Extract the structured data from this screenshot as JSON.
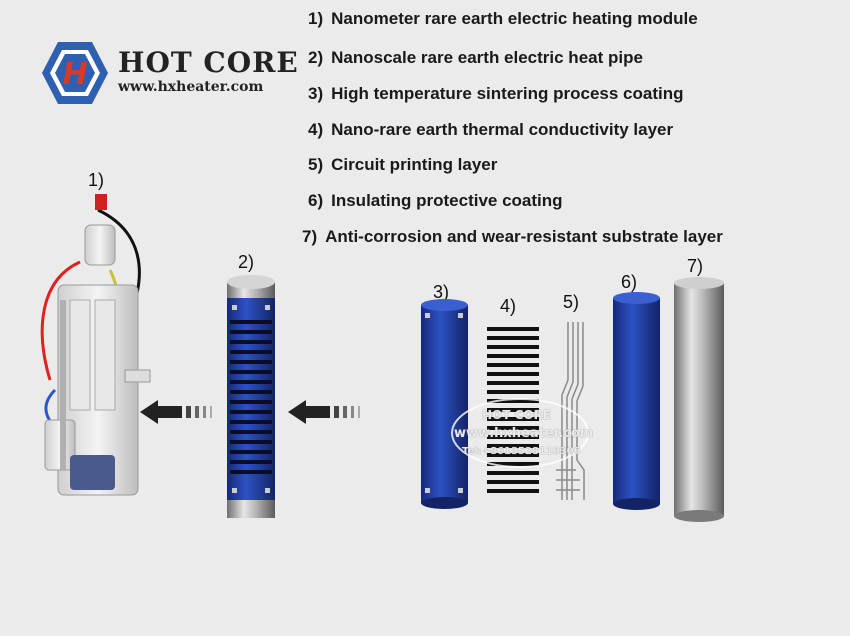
{
  "brand": {
    "name": "HOT CORE",
    "url": "www.hxheater.com",
    "logo_letter": "H",
    "logo_color": "#2f5fb0",
    "logo_accent": "#d83a2a"
  },
  "legend": [
    {
      "num": "1)",
      "text": "Nanometer rare earth electric heating module"
    },
    {
      "num": "2)",
      "text": "Nanoscale rare earth electric heat pipe"
    },
    {
      "num": "3)",
      "text": "High temperature sintering process coating"
    },
    {
      "num": "4)",
      "text": "Nano-rare earth thermal conductivity layer"
    },
    {
      "num": "5)",
      "text": "Circuit printing layer"
    },
    {
      "num": "6)",
      "text": "Insulating protective coating"
    },
    {
      "num": "7)",
      "text": "Anti-corrosion and wear-resistant substrate layer"
    }
  ],
  "figure_labels": [
    "1)",
    "2)",
    "3)",
    "4)",
    "5)",
    "6)",
    "7)"
  ],
  "watermark": {
    "name": "HOT CORE",
    "url": "www.hxheater.com",
    "tel": "Tel:+8613528110306"
  },
  "colors": {
    "coating_blue": "#1f3d9a",
    "substrate_metal": "#9a9a9a",
    "arrow": "#222222"
  }
}
